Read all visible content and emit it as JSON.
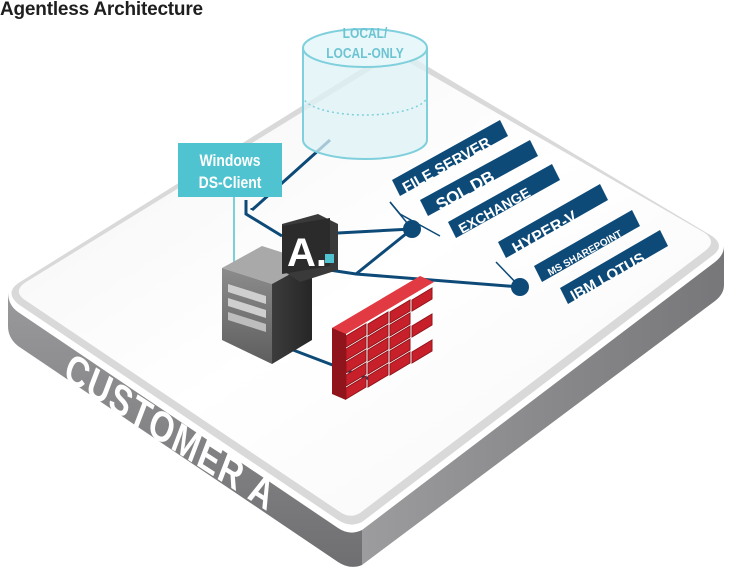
{
  "title": "Agentless Architecture",
  "platform": {
    "label": "CUSTOMER A"
  },
  "storage": {
    "label_line1": "LOCAL/",
    "label_line2": "LOCAL-ONLY"
  },
  "client": {
    "label_line1": "Windows",
    "label_line2": "DS-Client"
  },
  "logo": {
    "text": "A."
  },
  "sources_group_1": [
    "FILE SERVER",
    "SQL DB",
    "EXCHANGE"
  ],
  "sources_group_2": [
    "HYPER-V",
    "MS SHAREPOINT",
    "IBM LOTUS"
  ],
  "colors": {
    "navy": "#0d4a78",
    "teal_box": "#4fc3cf",
    "cylinder_fill": "#dcf1f5",
    "cylinder_stroke": "#7fd0dc",
    "cylinder_text": "#6cc4d2",
    "platform_top": "#ffffff",
    "platform_side": "#8b8b8d",
    "brick_red": "#c8202a",
    "logo_bg": "#2b2b2b"
  },
  "icons": [
    "database-cylinder-icon",
    "server-tower-icon",
    "firewall-brick-icon",
    "junction-node-icon"
  ]
}
